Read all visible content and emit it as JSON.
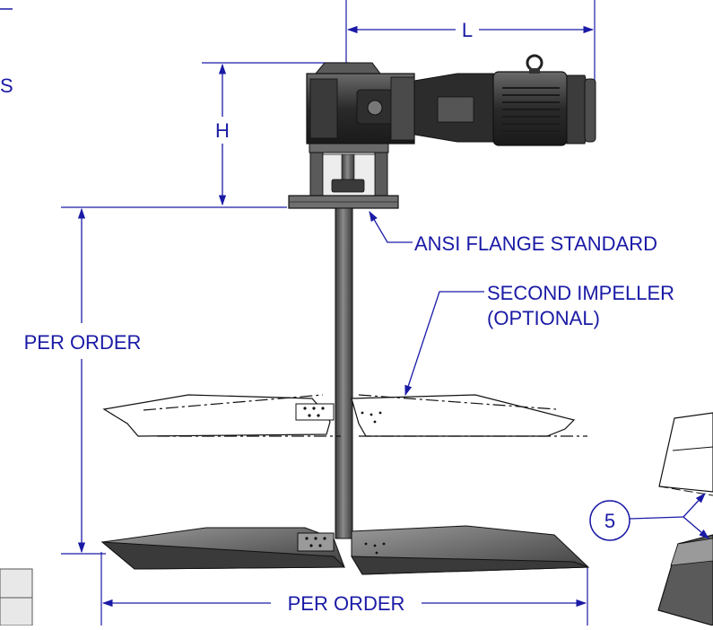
{
  "dimensions": {
    "length_label": "L",
    "height_label": "H",
    "shaft_length_label": "PER ORDER",
    "impeller_diameter_label": "PER ORDER"
  },
  "callouts": {
    "flange": "ANSI FLANGE STANDARD",
    "second_impeller_line1": "SECOND IMPELLER",
    "second_impeller_line2": "(OPTIONAL)",
    "balloon_number": "5"
  },
  "cropped_text": {
    "left_edge_letter": "S"
  },
  "colors": {
    "dimension_blue": "#1a1aa6",
    "metal_dark": "#4a4a4a",
    "metal_mid": "#7a7a7a",
    "outline": "#111111"
  }
}
